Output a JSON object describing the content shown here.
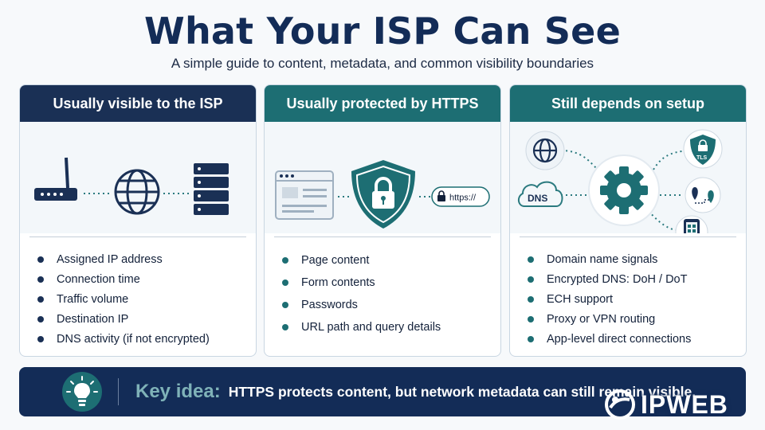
{
  "title": "What Your ISP Can See",
  "subtitle": "A simple guide to content, metadata, and common visibility boundaries",
  "cards": [
    {
      "heading": "Usually visible to the ISP",
      "color": "#1a3055",
      "icons": [
        "router-icon",
        "globe-icon",
        "server-icon"
      ],
      "items": [
        "Assigned IP address",
        "Connection time",
        "Traffic volume",
        "Destination IP",
        "DNS activity (if not encrypted)"
      ]
    },
    {
      "heading": "Usually protected by HTTPS",
      "color": "#1d6e73",
      "icons": [
        "browser-window-icon",
        "shield-lock-icon",
        "lock-url-icon"
      ],
      "url_pill": "https://",
      "items": [
        "Page content",
        "Form contents",
        "Passwords",
        "URL path and query details"
      ]
    },
    {
      "heading": "Still depends on setup",
      "color": "#1d6e73",
      "icons": [
        "globe-icon",
        "dns-cloud-icon",
        "gear-icon",
        "tls-shield-icon",
        "location-route-icon",
        "phone-icon"
      ],
      "dns_label": "DNS",
      "tls_label": "TLS",
      "items": [
        "Domain name signals",
        "Encrypted DNS: DoH / DoT",
        "ECH support",
        "Proxy or VPN routing",
        "App-level direct connections"
      ]
    }
  ],
  "banner": {
    "label": "Key idea:",
    "text": "HTTPS protects content, but network metadata can still remain visible.",
    "icon": "lightbulb-icon"
  },
  "watermark": {
    "text": "IPWEB",
    "icon": "ipweb-logo-icon"
  }
}
